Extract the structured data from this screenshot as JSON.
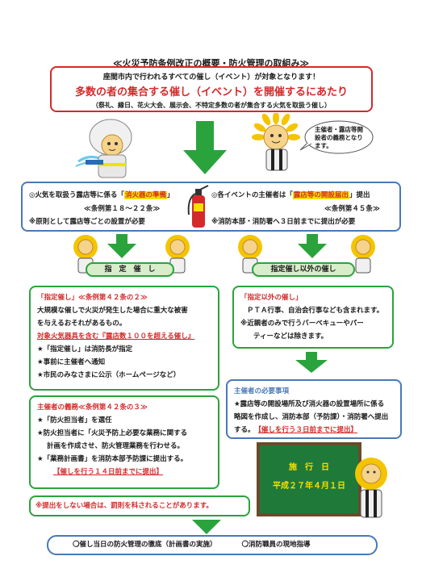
{
  "header": {
    "title": "≪火災予防条例改正の概要・防火管理の取組み≫"
  },
  "intro": {
    "line1": "座間市内で行われるすべての催し（イベント）が対象となります！",
    "line2": "多数の者の集合する催し（イベント）を開催するにあたり",
    "line3": "（祭礼、縁日、花火大会、展示会、不特定多数の者が集合する火気を取扱う催し）"
  },
  "speech": {
    "text": "主催者・露店等開設者の義務となります。"
  },
  "requirements": {
    "left_prefix": "◎火気を取扱う露店等に係る",
    "left_highlight": "消火器の準備",
    "left_suffix": "」",
    "left_quote_open": "「",
    "left_article": "≪条例第１８～２２条≫",
    "left_note": "※原則として露店等ごとの設置が必要",
    "right_prefix": "◎各イベントの主催者は「",
    "right_highlight": "露店等の開設届出",
    "right_suffix": "」提出",
    "right_article": "≪条例第４５条≫",
    "right_note": "※消防本部・消防署へ３日前までに提出が必要"
  },
  "left_branch": {
    "bar_label": "指　定　催　し",
    "box1": {
      "heading": "「指定催し」≪条例第４２条の２≫",
      "text1": "大規模な催しで火災が発生した場合に重大な被害",
      "text2": "を与えるおそれがあるもの。",
      "criteria": "対象火気器具を含む『露店数１００を超える催し』",
      "b1": "★「指定催し」は消防長が指定",
      "b2": "★事前に主催者へ通知",
      "b3": "★市民のみなさまに公示（ホームページなど）"
    },
    "box2": {
      "heading": "主催者の義務≪条例第４２条の３≫",
      "b1": "★「防火担当者」を選任",
      "b2": "★防火担当者に「火災予防上必要な業務に関する",
      "b2b": "計画を作成させ、防火管理業務を行わせる。",
      "b3": "★「業務計画書」を消防本部予防課に提出する。",
      "deadline": "【催しを行う１４日前までに提出】"
    }
  },
  "right_branch": {
    "bar_label": "指定催し以外の催し",
    "box1": {
      "heading": "「指定以外の催し」",
      "text1": "ＰＴＡ行事、自治会行事なども含まれます。",
      "text2": "※近親者のみで行うバーベキューやパー",
      "text3": "ティーなどは除きます。"
    },
    "box2": {
      "heading": "主催者の必要事項",
      "text1": "★露店等の開設場所及び消火器の設置場所に係る",
      "text2": "略図を作成し、消防本部（予防課）・消防署へ提出",
      "text3": "する。",
      "deadline": "【催しを行う３日前までに提出】"
    }
  },
  "effective": {
    "label": "施　行　日",
    "date": "平成２７年４月１日"
  },
  "penalty": {
    "text": "※提出をしない場合は、罰則を科されることがあります。"
  },
  "bottom": {
    "item1": "〇催し当日の防火管理の徹底（計画書の実施）",
    "item2": "〇消防職員の現地指導"
  },
  "colors": {
    "green": "#2aa33c",
    "red": "#d42a2a",
    "blue": "#4a78b8",
    "yellow": "#f5e000"
  }
}
